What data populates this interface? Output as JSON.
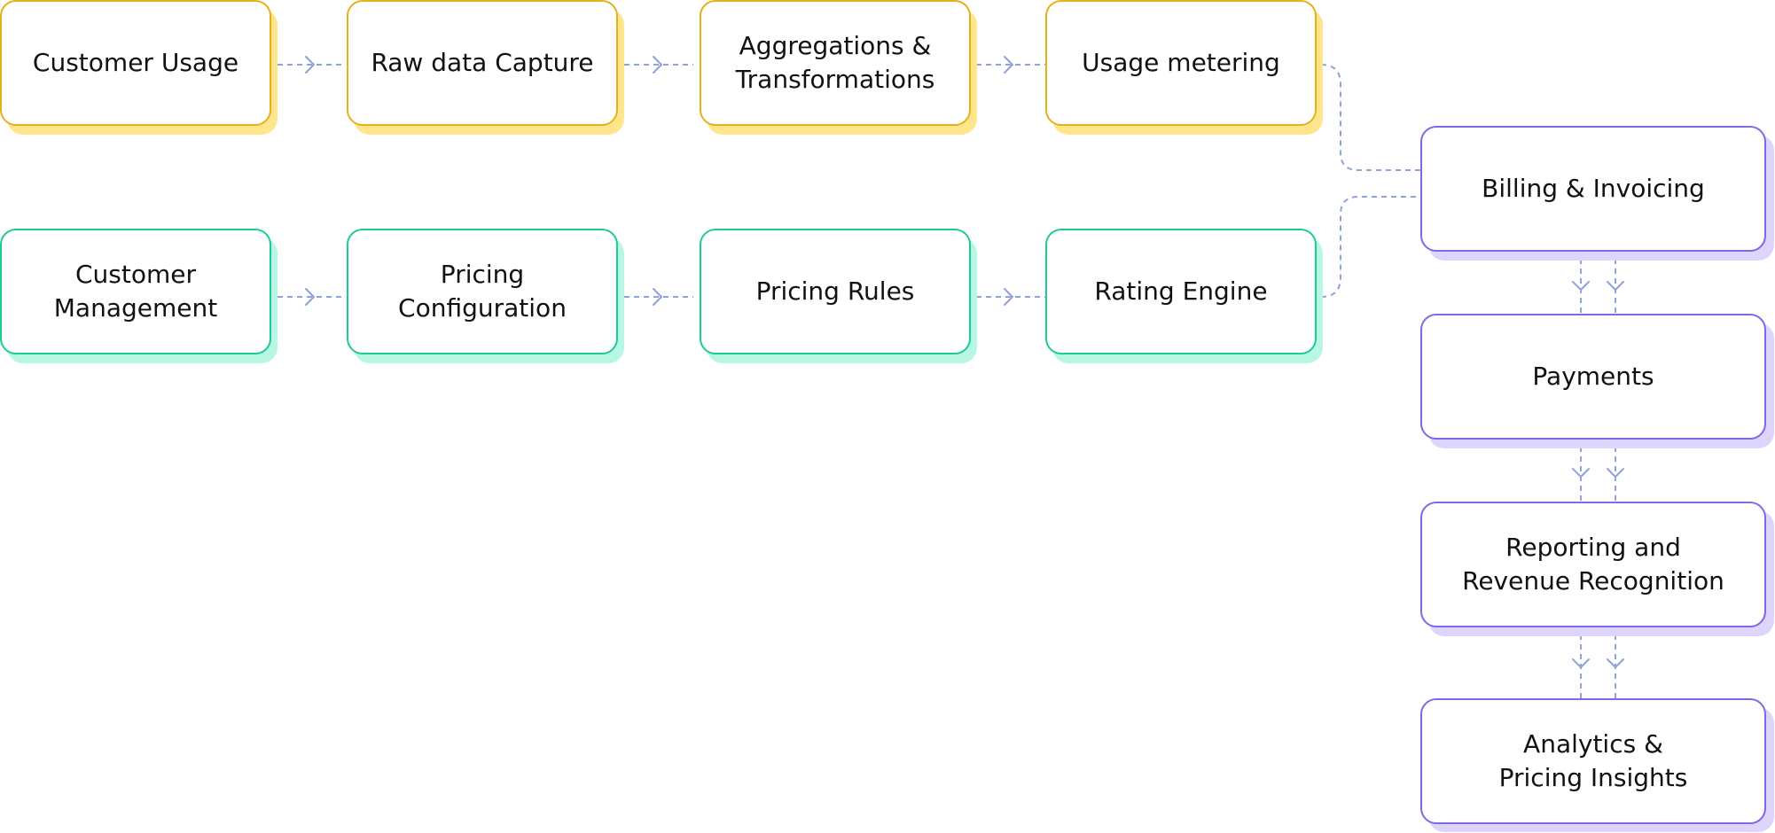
{
  "nodes": {
    "customer_usage": "Customer Usage",
    "raw_data_capture": "Raw data Capture",
    "aggregations_transformations": "Aggregations &\nTransformations",
    "usage_metering": "Usage metering",
    "customer_management": "Customer\nManagement",
    "pricing_configuration": "Pricing\nConfiguration",
    "pricing_rules": "Pricing Rules",
    "rating_engine": "Rating Engine",
    "billing_invoicing": "Billing & Invoicing",
    "payments": "Payments",
    "reporting_revenue_recognition": "Reporting and\nRevenue Recognition",
    "analytics_pricing_insights": "Analytics &\nPricing Insights"
  },
  "colors": {
    "usage_row_border": "#e6b01a",
    "usage_row_shadow": "#ffe68c",
    "pricing_row_border": "#1ec99a",
    "pricing_row_shadow": "#b8f7e3",
    "billing_column_border": "#8266e8",
    "billing_column_shadow": "#ddd5fb",
    "connector": "#8fa3d9"
  }
}
